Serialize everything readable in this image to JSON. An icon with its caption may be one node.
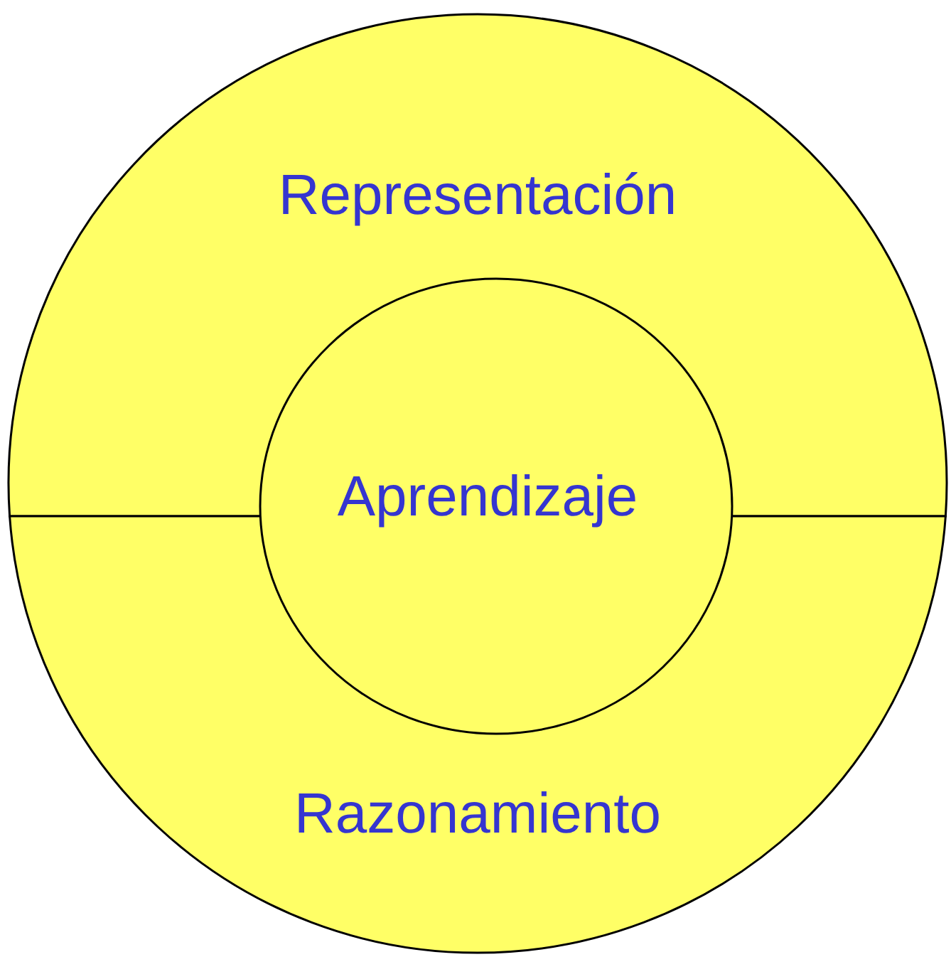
{
  "diagram": {
    "nodes": [
      {
        "text": [
          "Representación"
        ]
      },
      {
        "text": [
          "Aprendizaje"
        ]
      },
      {
        "text": [
          "Razonamiento"
        ]
      }
    ]
  }
}
